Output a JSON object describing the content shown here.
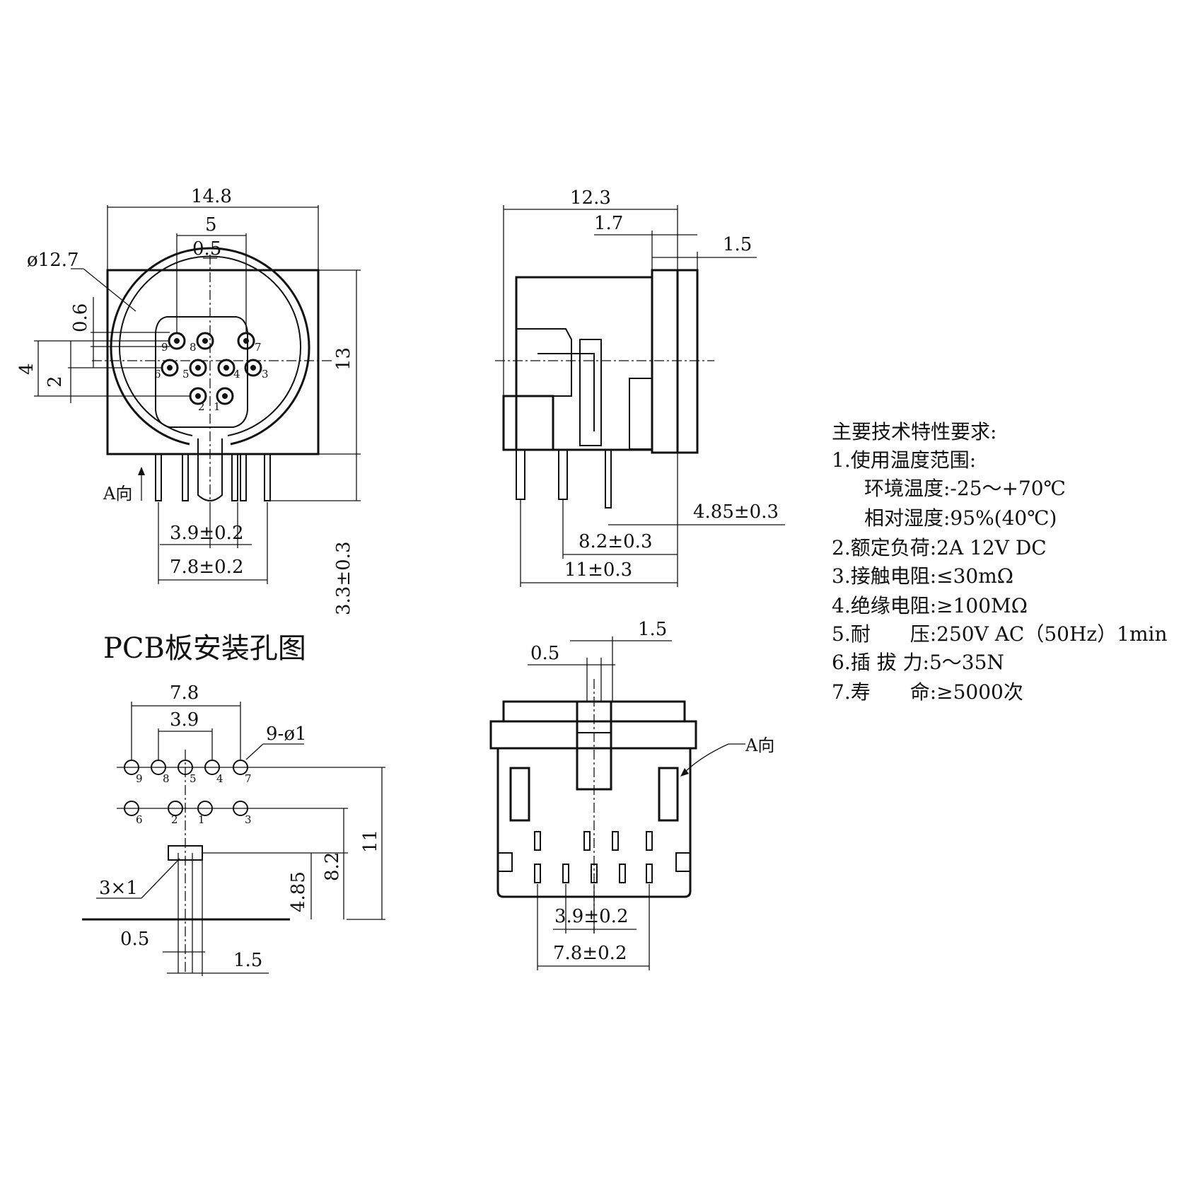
{
  "front_view": {
    "dims": [
      "14.8",
      "5",
      "0.5",
      "ø12.7",
      "0.6",
      "4",
      "2",
      "13",
      "3.9±0.2",
      "7.8±0.2",
      "3.3±0.3"
    ],
    "direction_label": "A向",
    "pin_numbers": [
      "9",
      "8",
      "7",
      "6",
      "5",
      "4",
      "3",
      "2",
      "1"
    ]
  },
  "side_view": {
    "dims": [
      "12.3",
      "1.7",
      "1.5",
      "4.85±0.3",
      "8.2±0.3",
      "11±0.3"
    ]
  },
  "pcb_view": {
    "title": "PCB板安装孔图",
    "dims": [
      "7.8",
      "3.9",
      "9-ø1",
      "3×1",
      "11",
      "8.2",
      "4.85",
      "0.5",
      "1.5"
    ],
    "pin_numbers_top": [
      "9",
      "8",
      "5",
      "4",
      "7"
    ],
    "pin_numbers_bottom": [
      "6",
      "2",
      "1",
      "3"
    ]
  },
  "bottom_view": {
    "dims": [
      "0.5",
      "1.5",
      "3.9±0.2",
      "7.8±0.2"
    ],
    "direction_label": "A向"
  },
  "specs": {
    "title": "主要技术特性要求:",
    "items": [
      "1.使用温度范围:",
      "环境温度:-25～+70℃",
      "相对湿度:95%(40℃)",
      "2.额定负荷:2A 12V DC",
      "3.接触电阻:≤30mΩ",
      "4.绝缘电阻:≥100MΩ",
      "5.耐　　压:250V AC（50Hz）1min",
      "6.插 拔 力:5～35N",
      "7.寿　　命:≥5000次"
    ]
  }
}
